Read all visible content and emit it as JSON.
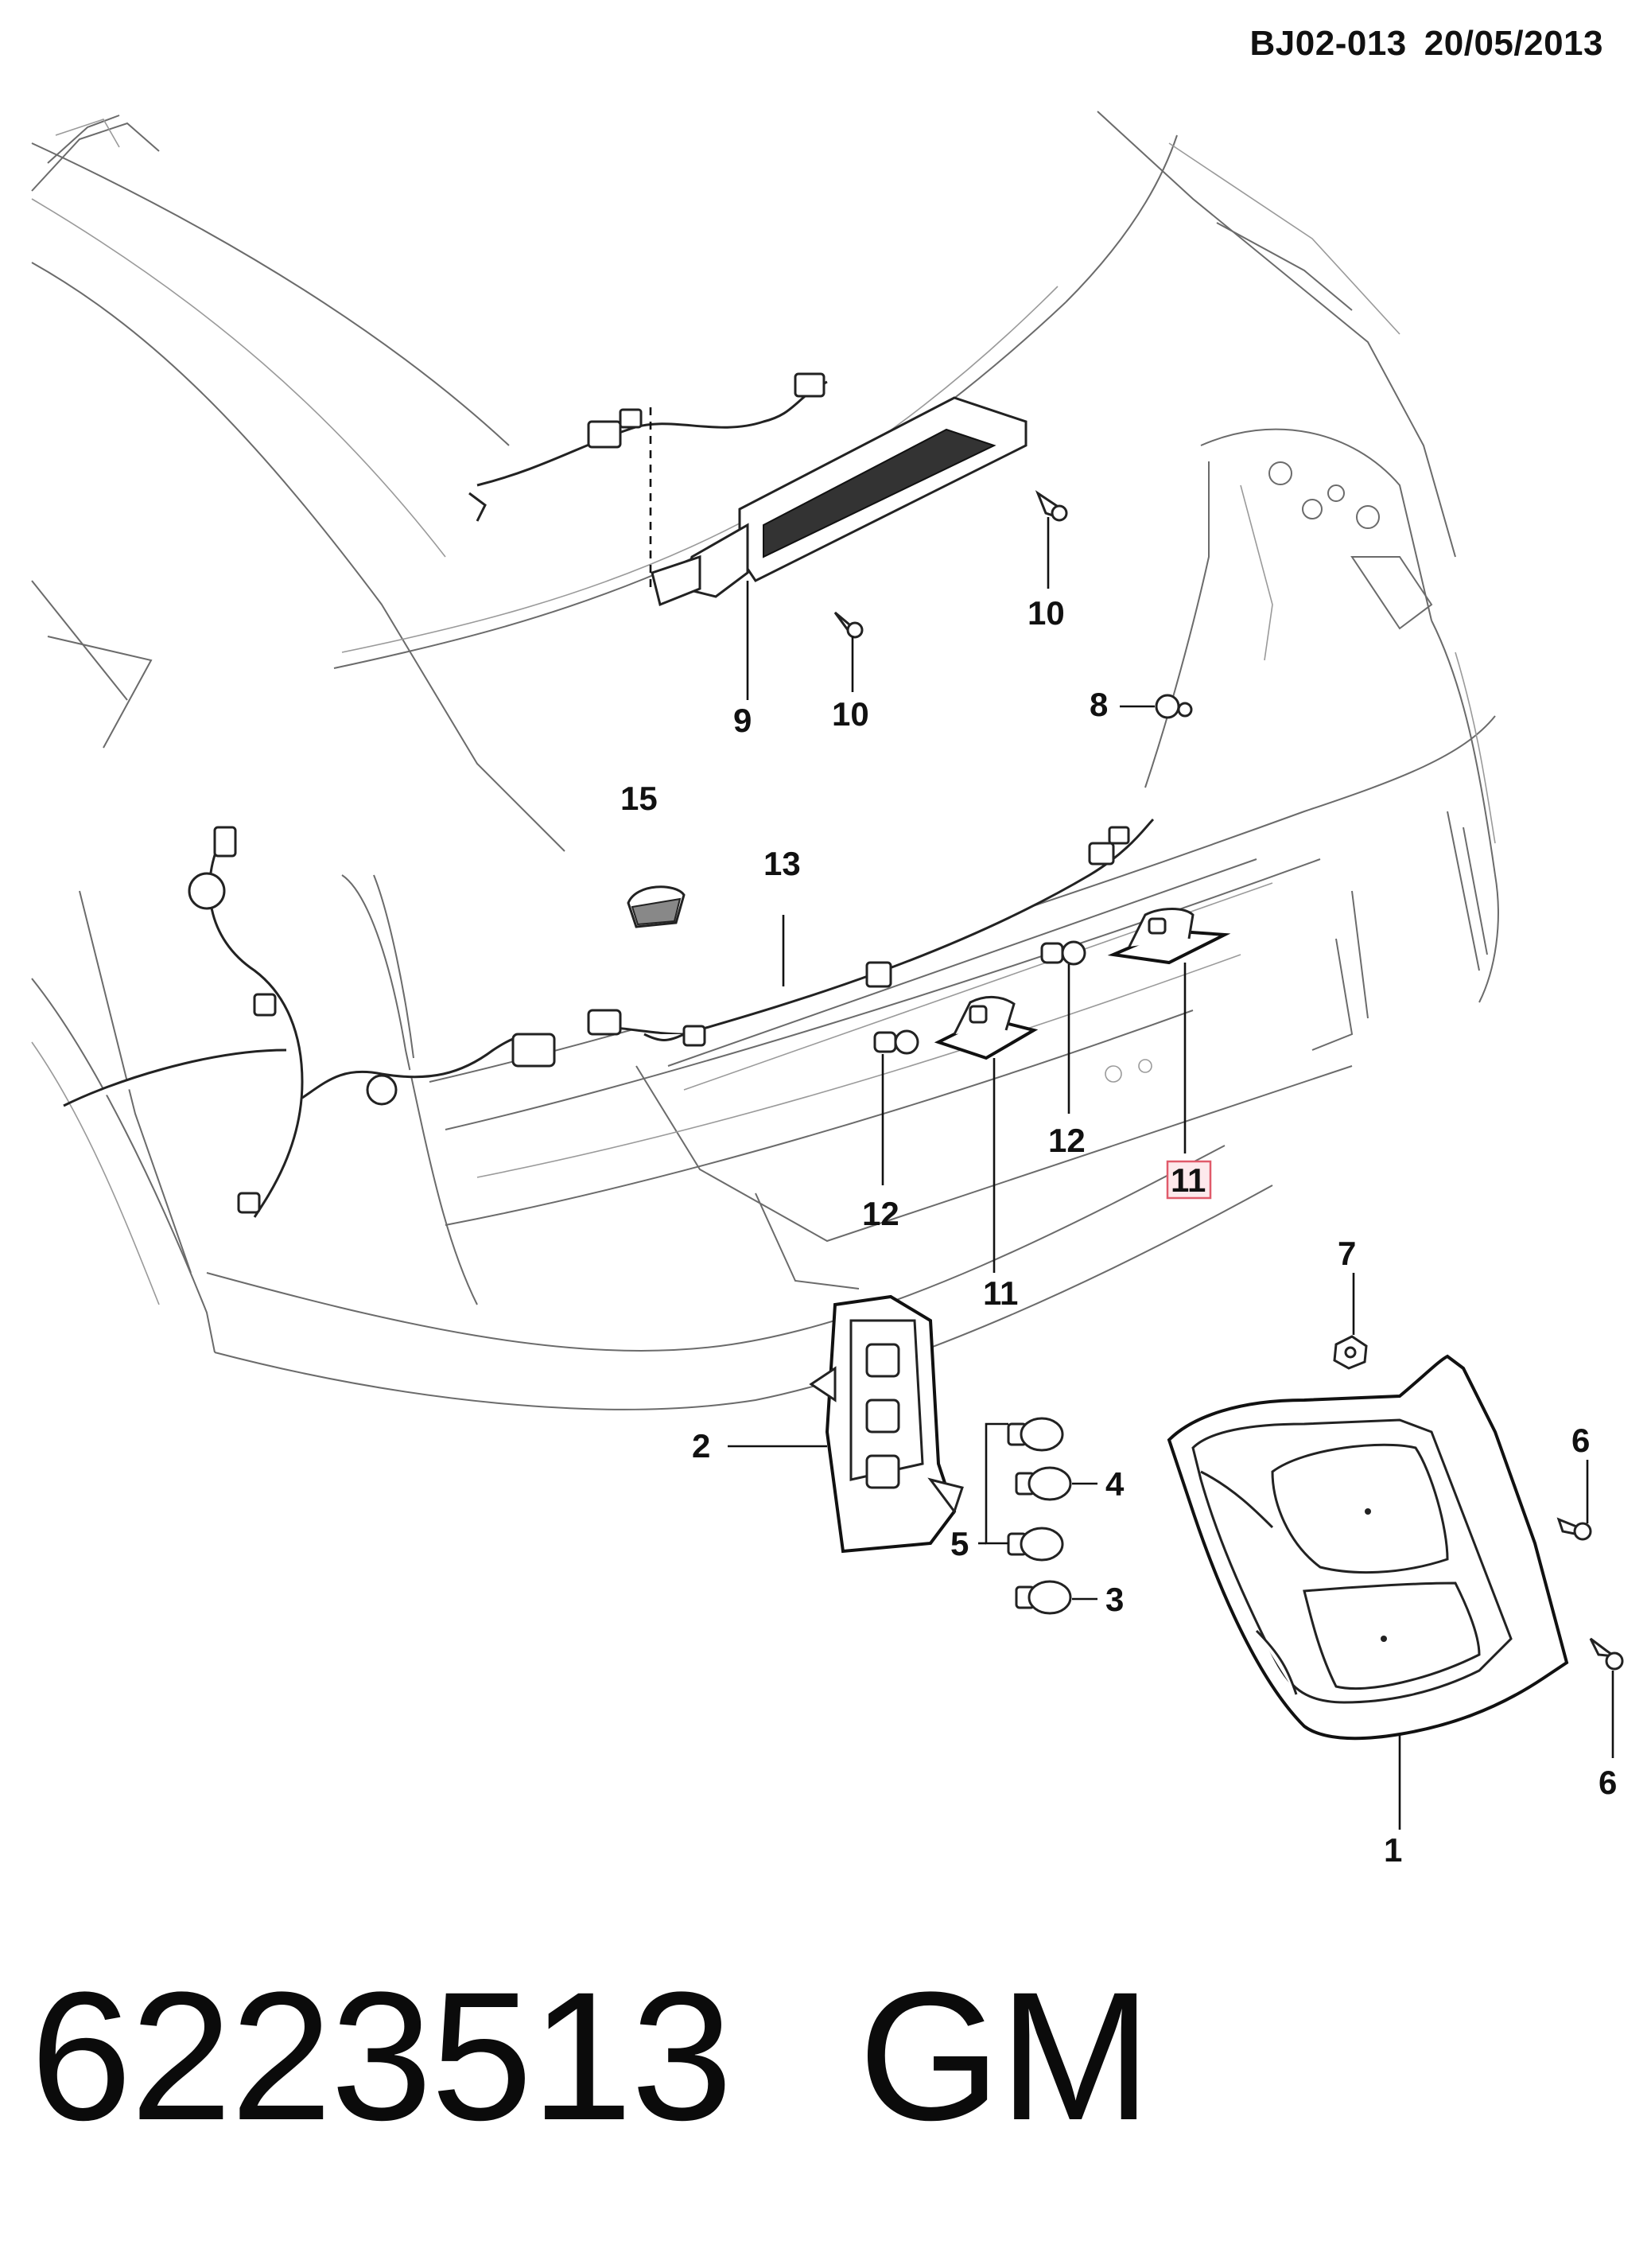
{
  "header": {
    "doc_code": "BJ02-013",
    "doc_date": "20/05/2013"
  },
  "footer": {
    "part_number": "6223513",
    "brand": "GM"
  },
  "callouts": {
    "c1": "1",
    "c2": "2",
    "c3": "3",
    "c4": "4",
    "c5": "5",
    "c6a": "6",
    "c6b": "6",
    "c7": "7",
    "c8": "8",
    "c9": "9",
    "c10a": "10",
    "c10b": "10",
    "c11a": "11",
    "c11b": "11",
    "c12a": "12",
    "c12b": "12",
    "c13": "13",
    "c15": "15"
  },
  "highlight_color": "#e05a6a"
}
